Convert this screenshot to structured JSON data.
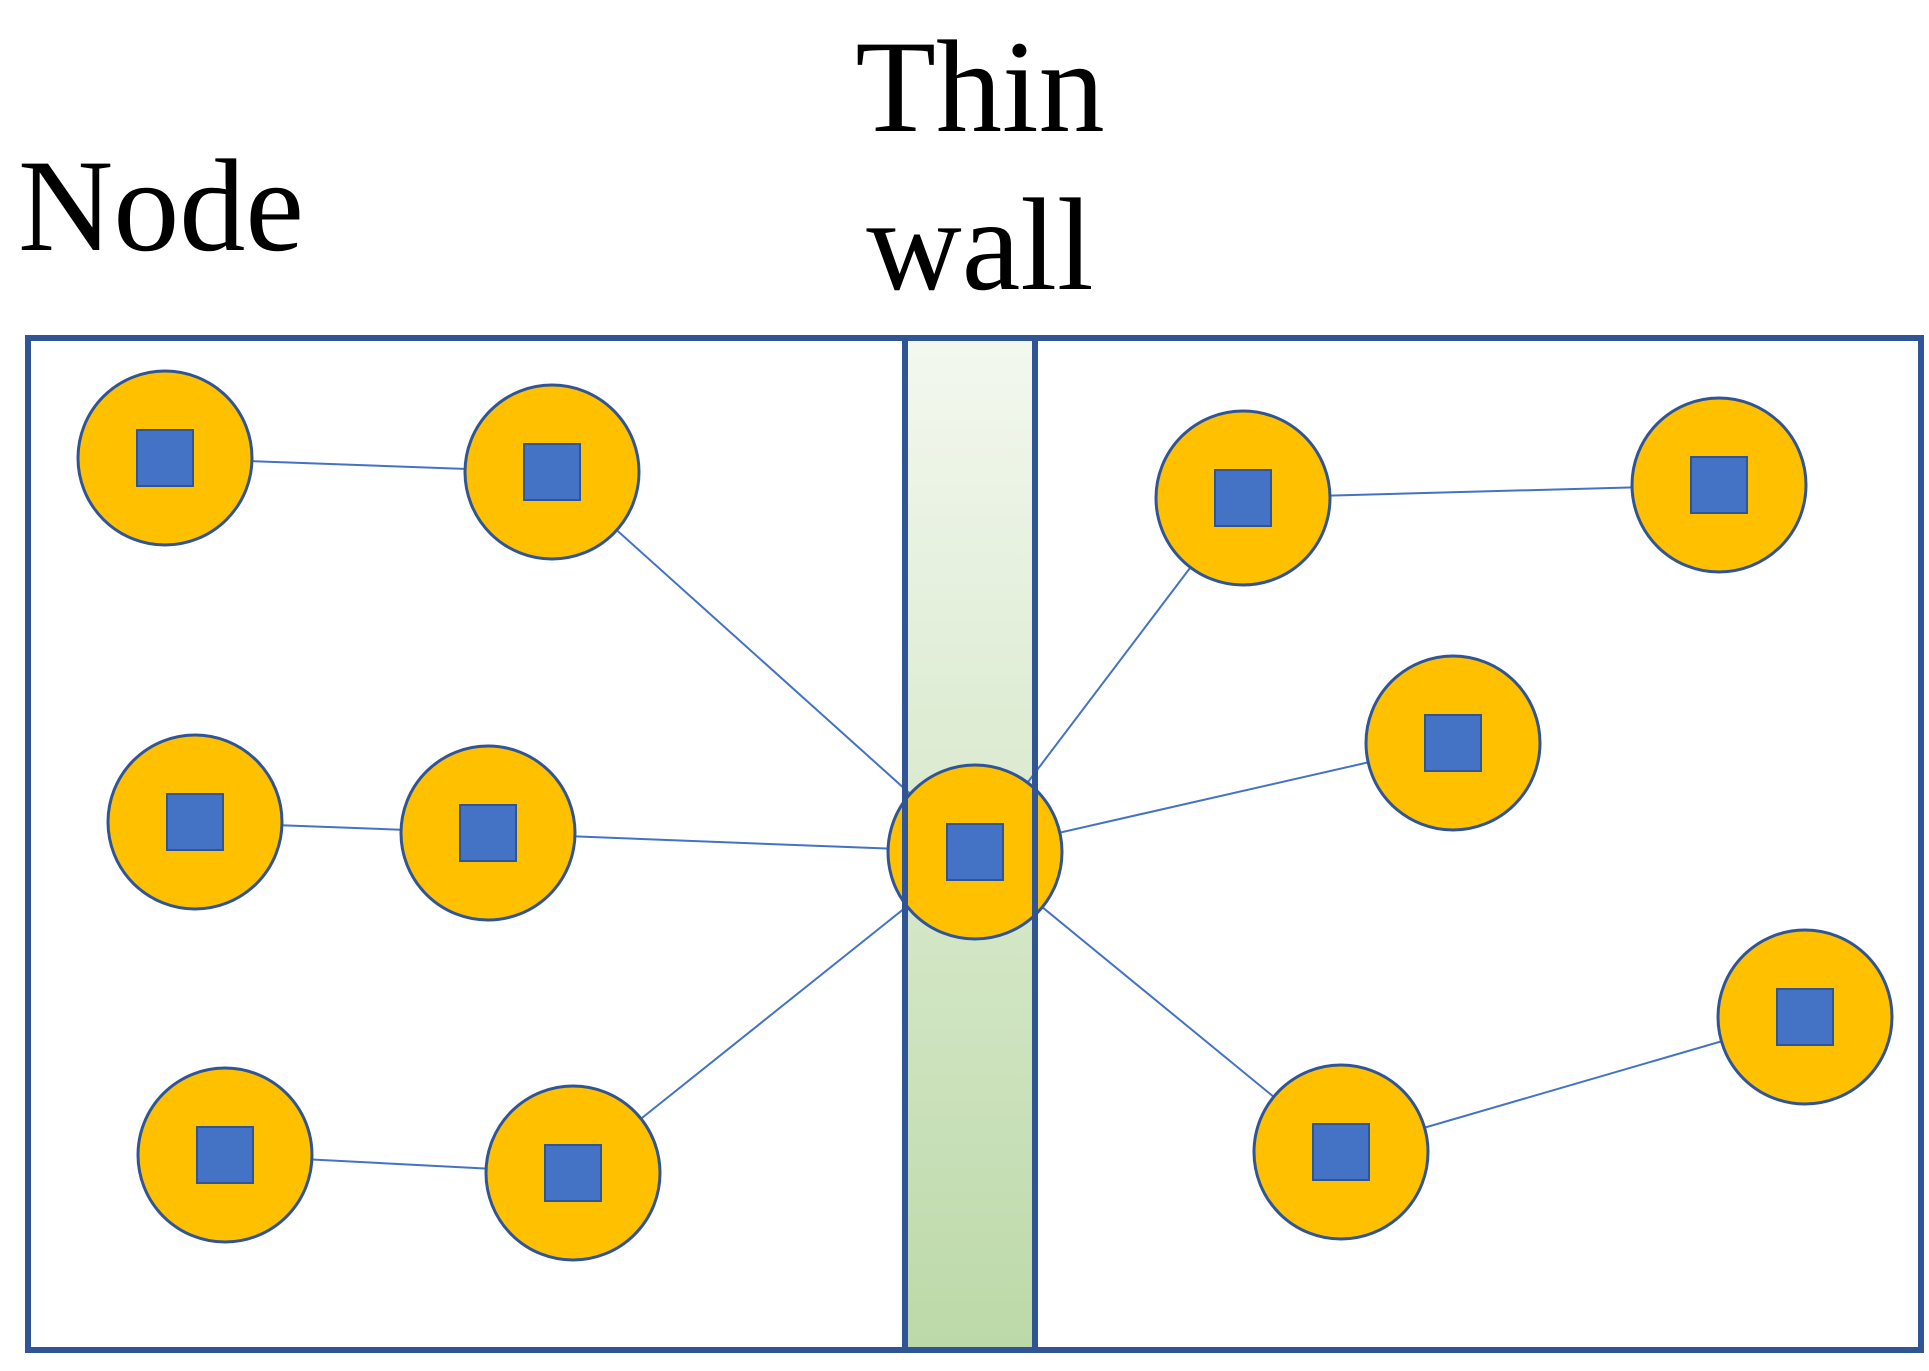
{
  "labels": {
    "node": "Node",
    "wall_line1": "Thin",
    "wall_line2": "wall"
  },
  "colors": {
    "frame": "#2f5597",
    "node_fill": "#ffc000",
    "node_stroke": "#2f5597",
    "node_square": "#4472c4",
    "edge": "#4472c4",
    "wall_top": "#f3f8ef",
    "wall_bottom": "#bcd9a8"
  },
  "icons": {
    "node": "circle-with-square-icon"
  }
}
